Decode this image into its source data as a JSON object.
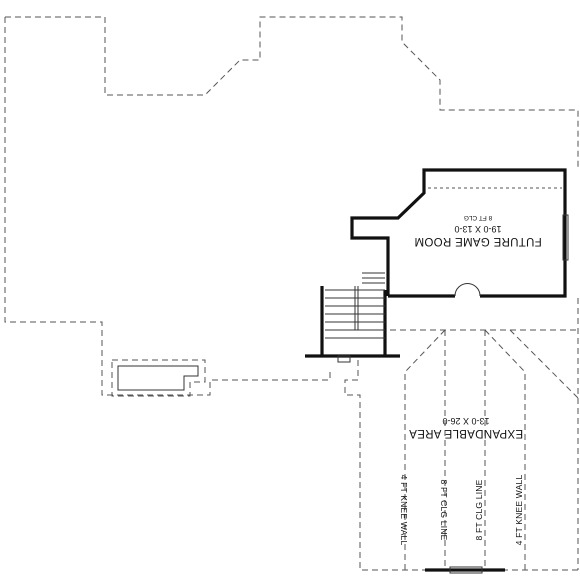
{
  "rooms": {
    "game_room": {
      "name": "FUTURE GAME ROOM",
      "size": "19-0 X 13-0",
      "ceiling": "8 FT CLG"
    },
    "expandable_area": {
      "name": "EXPANDABLE AREA",
      "size": "13-0 X 26-0"
    }
  },
  "annotations": {
    "knee_wall_left": "4 FT KNEE WALL",
    "ceiling_left": "8 FT CLG LINE",
    "ceiling_right": "8 FT CLG LINE",
    "knee_wall_right": "4 FT KNEE WALL"
  }
}
